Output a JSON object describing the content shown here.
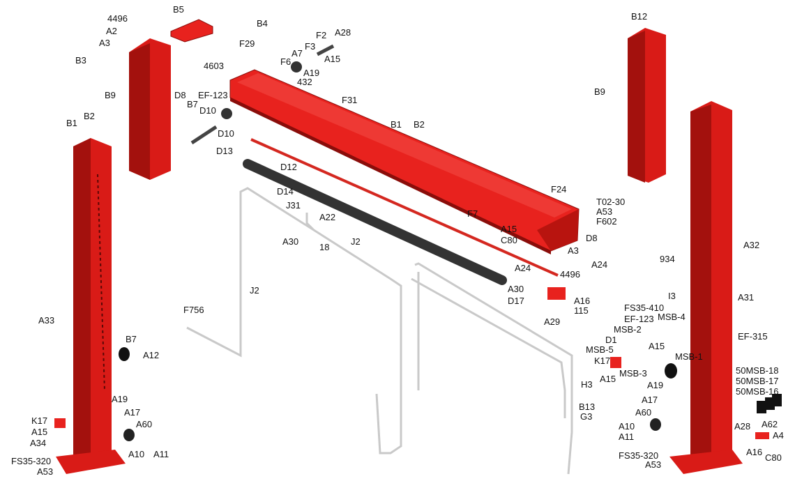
{
  "colors": {
    "part": "#e8221e",
    "part_dark": "#b8140f",
    "part_shadow": "#8a0d0a",
    "rod": "#444444",
    "cable": "#c9c9c9",
    "text": "#111111"
  },
  "labels": [
    {
      "id": "4496-a",
      "text": "4496"
    },
    {
      "id": "a2-a",
      "text": "A2"
    },
    {
      "id": "a3-a",
      "text": "A3"
    },
    {
      "id": "b3",
      "text": "B3"
    },
    {
      "id": "b5",
      "text": "B5"
    },
    {
      "id": "b4",
      "text": "B4"
    },
    {
      "id": "b9-left",
      "text": "B9"
    },
    {
      "id": "b1-left",
      "text": "B1"
    },
    {
      "id": "b2-left",
      "text": "B2"
    },
    {
      "id": "a33",
      "text": "A33"
    },
    {
      "id": "b7-left",
      "text": "B7"
    },
    {
      "id": "a12",
      "text": "A12"
    },
    {
      "id": "a19-left",
      "text": "A19"
    },
    {
      "id": "a17-left",
      "text": "A17"
    },
    {
      "id": "a60-left",
      "text": "A60"
    },
    {
      "id": "a10-left",
      "text": "A10"
    },
    {
      "id": "a11-left",
      "text": "A11"
    },
    {
      "id": "k17-left",
      "text": "K17"
    },
    {
      "id": "a15-left",
      "text": "A15"
    },
    {
      "id": "a34",
      "text": "A34"
    },
    {
      "id": "fs35-320-left",
      "text": "FS35-320"
    },
    {
      "id": "a53-left",
      "text": "A53"
    },
    {
      "id": "f29",
      "text": "F29"
    },
    {
      "id": "4603",
      "text": "4603"
    },
    {
      "id": "f6",
      "text": "F6"
    },
    {
      "id": "a7",
      "text": "A7"
    },
    {
      "id": "f3",
      "text": "F3"
    },
    {
      "id": "f2",
      "text": "F2"
    },
    {
      "id": "a28-top",
      "text": "A28"
    },
    {
      "id": "a15-top",
      "text": "A15"
    },
    {
      "id": "a19-top",
      "text": "A19"
    },
    {
      "id": "432",
      "text": "432"
    },
    {
      "id": "d8-top",
      "text": "D8"
    },
    {
      "id": "ef-123-top",
      "text": "EF-123"
    },
    {
      "id": "b7-top",
      "text": "B7"
    },
    {
      "id": "d10-a",
      "text": "D10"
    },
    {
      "id": "d10-b",
      "text": "D10"
    },
    {
      "id": "d13",
      "text": "D13"
    },
    {
      "id": "d12",
      "text": "D12"
    },
    {
      "id": "d14",
      "text": "D14"
    },
    {
      "id": "f31",
      "text": "F31"
    },
    {
      "id": "b1-beam",
      "text": "B1"
    },
    {
      "id": "b2-beam",
      "text": "B2"
    },
    {
      "id": "f7",
      "text": "F7"
    },
    {
      "id": "f24",
      "text": "F24"
    },
    {
      "id": "t02-30",
      "text": "T02-30"
    },
    {
      "id": "a53-beam",
      "text": "A53"
    },
    {
      "id": "f602",
      "text": "F602"
    },
    {
      "id": "a15-beam",
      "text": "A15"
    },
    {
      "id": "c80-beam",
      "text": "C80"
    },
    {
      "id": "d8-beam",
      "text": "D8"
    },
    {
      "id": "a3-beam",
      "text": "A3"
    },
    {
      "id": "a24-beam",
      "text": "A24"
    },
    {
      "id": "a24-mid",
      "text": "A24"
    },
    {
      "id": "4496-beam",
      "text": "4496"
    },
    {
      "id": "a30-mid",
      "text": "A30"
    },
    {
      "id": "d17",
      "text": "D17"
    },
    {
      "id": "a16-mid",
      "text": "A16"
    },
    {
      "id": "115",
      "text": "115"
    },
    {
      "id": "a29",
      "text": "A29"
    },
    {
      "id": "j31",
      "text": "J31"
    },
    {
      "id": "a22",
      "text": "A22"
    },
    {
      "id": "a30-cable",
      "text": "A30"
    },
    {
      "id": "18",
      "text": "18"
    },
    {
      "id": "j2-a",
      "text": "J2"
    },
    {
      "id": "j2-b",
      "text": "J2"
    },
    {
      "id": "f756",
      "text": "F756"
    },
    {
      "id": "h3",
      "text": "H3"
    },
    {
      "id": "b13",
      "text": "B13"
    },
    {
      "id": "g3",
      "text": "G3"
    },
    {
      "id": "b12",
      "text": "B12"
    },
    {
      "id": "b9-right",
      "text": "B9"
    },
    {
      "id": "a32",
      "text": "A32"
    },
    {
      "id": "934",
      "text": "934"
    },
    {
      "id": "i3",
      "text": "I3"
    },
    {
      "id": "a31",
      "text": "A31"
    },
    {
      "id": "fs35-410",
      "text": "FS35-410"
    },
    {
      "id": "ef-123-right",
      "text": "EF-123"
    },
    {
      "id": "msb-4",
      "text": "MSB-4"
    },
    {
      "id": "msb-2",
      "text": "MSB-2"
    },
    {
      "id": "ef-315",
      "text": "EF-315"
    },
    {
      "id": "d1",
      "text": "D1"
    },
    {
      "id": "a15-right",
      "text": "A15"
    },
    {
      "id": "msb-5",
      "text": "MSB-5"
    },
    {
      "id": "msb-1",
      "text": "MSB-1"
    },
    {
      "id": "k17-right",
      "text": "K17"
    },
    {
      "id": "msb-3",
      "text": "MSB-3"
    },
    {
      "id": "a15-right-b",
      "text": "A15"
    },
    {
      "id": "50msb-18",
      "text": "50MSB-18"
    },
    {
      "id": "50msb-17",
      "text": "50MSB-17"
    },
    {
      "id": "50msb-16",
      "text": "50MSB-16"
    },
    {
      "id": "a19-right",
      "text": "A19"
    },
    {
      "id": "a17-right",
      "text": "A17"
    },
    {
      "id": "a60-right",
      "text": "A60"
    },
    {
      "id": "a10-right",
      "text": "A10"
    },
    {
      "id": "a11-right",
      "text": "A11"
    },
    {
      "id": "a28-right",
      "text": "A28"
    },
    {
      "id": "a62",
      "text": "A62"
    },
    {
      "id": "a4",
      "text": "A4"
    },
    {
      "id": "a16-right",
      "text": "A16"
    },
    {
      "id": "c80-right",
      "text": "C80"
    },
    {
      "id": "fs35-320-right",
      "text": "FS35-320"
    },
    {
      "id": "a53-right",
      "text": "A53"
    }
  ]
}
